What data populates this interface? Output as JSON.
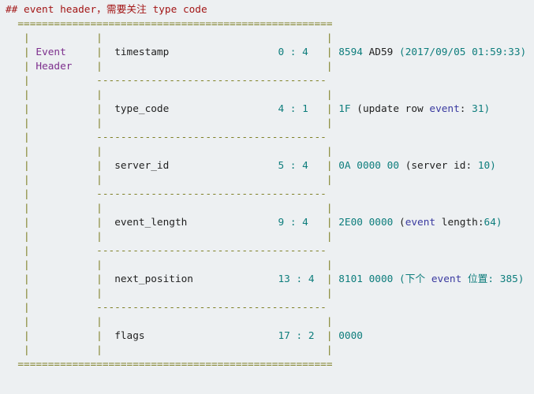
{
  "palette": {
    "bg": "#edf0f2",
    "red": "#a31616",
    "line": "#7f8026",
    "purple": "#7d2f8d",
    "text": "#1f1f1f",
    "number": "#0d7d7c",
    "keyword": "#3a3aa0"
  },
  "title_line": "## event header，需要关注 type code",
  "group_label": "Event Header",
  "fields_summary": [
    {
      "name": "timestamp",
      "bytes": "0 : 4",
      "value": "8594 AD59 (2017/09/05 01:59:33)"
    },
    {
      "name": "type_code",
      "bytes": "4 : 1",
      "value": "1F (update row event: 31)"
    },
    {
      "name": "server_id",
      "bytes": "5 : 4",
      "value": "0A 0000 00 (server id: 10)"
    },
    {
      "name": "event_length",
      "bytes": "9 : 4",
      "value": "2E00 0000 (event length:64)"
    },
    {
      "name": "next_position",
      "bytes": "13 : 4",
      "value": "8101 0000 (下个 event 位置: 385)"
    },
    {
      "name": "flags",
      "bytes": "17 : 2",
      "value": "0000"
    }
  ],
  "ascii": {
    "border": "  ====================================================",
    "spacer": "   |           |                                     |",
    "dash": "   |           --------------------------------------",
    "header_spacer": [
      {
        "t": "   | ",
        "c": "line"
      },
      {
        "t": "Header    ",
        "c": "purple"
      },
      {
        "t": "|",
        "c": "line"
      },
      {
        "t": "                                     ",
        "c": "text"
      },
      {
        "t": "|",
        "c": "line"
      }
    ]
  },
  "fields": [
    {
      "name": "timestamp",
      "bytes": "0 : 4",
      "segments": [
        {
          "t": "   | ",
          "c": "line"
        },
        {
          "t": "Event     ",
          "c": "purple"
        },
        {
          "t": "|  ",
          "c": "line"
        },
        {
          "t": "timestamp",
          "c": "text"
        },
        {
          "t": "                  ",
          "c": "text"
        },
        {
          "t": "0 : 4",
          "c": "number"
        },
        {
          "t": "   ",
          "c": "text"
        },
        {
          "t": "| ",
          "c": "line"
        },
        {
          "t": "8594 ",
          "c": "number"
        },
        {
          "t": "AD59 ",
          "c": "text"
        },
        {
          "t": "(2017/09/05 01:59:33)",
          "c": "number"
        }
      ]
    },
    {
      "name": "type_code",
      "bytes": "4 : 1",
      "segments": [
        {
          "t": "   | ",
          "c": "line"
        },
        {
          "t": "          ",
          "c": "purple"
        },
        {
          "t": "|  ",
          "c": "line"
        },
        {
          "t": "type_code",
          "c": "text"
        },
        {
          "t": "                  ",
          "c": "text"
        },
        {
          "t": "4 : 1",
          "c": "number"
        },
        {
          "t": "   ",
          "c": "text"
        },
        {
          "t": "| ",
          "c": "line"
        },
        {
          "t": "1F ",
          "c": "number"
        },
        {
          "t": "(update row ",
          "c": "text"
        },
        {
          "t": "event",
          "c": "keyword"
        },
        {
          "t": ": ",
          "c": "text"
        },
        {
          "t": "31)",
          "c": "number"
        }
      ]
    },
    {
      "name": "server_id",
      "bytes": "5 : 4",
      "segments": [
        {
          "t": "   | ",
          "c": "line"
        },
        {
          "t": "          ",
          "c": "purple"
        },
        {
          "t": "|  ",
          "c": "line"
        },
        {
          "t": "server_id",
          "c": "text"
        },
        {
          "t": "                  ",
          "c": "text"
        },
        {
          "t": "5 : 4",
          "c": "number"
        },
        {
          "t": "   ",
          "c": "text"
        },
        {
          "t": "| ",
          "c": "line"
        },
        {
          "t": "0A 0000 00 ",
          "c": "number"
        },
        {
          "t": "(server id: ",
          "c": "text"
        },
        {
          "t": "10)",
          "c": "number"
        }
      ]
    },
    {
      "name": "event_length",
      "bytes": "9 : 4",
      "segments": [
        {
          "t": "   | ",
          "c": "line"
        },
        {
          "t": "          ",
          "c": "purple"
        },
        {
          "t": "|  ",
          "c": "line"
        },
        {
          "t": "event_length",
          "c": "text"
        },
        {
          "t": "               ",
          "c": "text"
        },
        {
          "t": "9 : 4",
          "c": "number"
        },
        {
          "t": "   ",
          "c": "text"
        },
        {
          "t": "| ",
          "c": "line"
        },
        {
          "t": "2E00 0000 ",
          "c": "number"
        },
        {
          "t": "(",
          "c": "text"
        },
        {
          "t": "event",
          "c": "keyword"
        },
        {
          "t": " length:",
          "c": "text"
        },
        {
          "t": "64)",
          "c": "number"
        }
      ]
    },
    {
      "name": "next_position",
      "bytes": "13 : 4",
      "segments": [
        {
          "t": "   | ",
          "c": "line"
        },
        {
          "t": "          ",
          "c": "purple"
        },
        {
          "t": "|  ",
          "c": "line"
        },
        {
          "t": "next_position",
          "c": "text"
        },
        {
          "t": "              ",
          "c": "text"
        },
        {
          "t": "13 : 4",
          "c": "number"
        },
        {
          "t": "  ",
          "c": "text"
        },
        {
          "t": "| ",
          "c": "line"
        },
        {
          "t": "8101 0000 (下个 ",
          "c": "number"
        },
        {
          "t": "event",
          "c": "keyword"
        },
        {
          "t": " 位置: 385)",
          "c": "number"
        }
      ]
    },
    {
      "name": "flags",
      "bytes": "17 : 2",
      "segments": [
        {
          "t": "   | ",
          "c": "line"
        },
        {
          "t": "          ",
          "c": "purple"
        },
        {
          "t": "|  ",
          "c": "line"
        },
        {
          "t": "flags",
          "c": "text"
        },
        {
          "t": "                      ",
          "c": "text"
        },
        {
          "t": "17 : 2",
          "c": "number"
        },
        {
          "t": "  ",
          "c": "text"
        },
        {
          "t": "| ",
          "c": "line"
        },
        {
          "t": "0000",
          "c": "number"
        }
      ]
    }
  ],
  "rows": [
    "border",
    "spacer",
    "f1",
    "hdr",
    "dash",
    "spacer",
    "f2",
    "spacer",
    "dash",
    "spacer",
    "f3",
    "spacer",
    "dash",
    "spacer",
    "f4",
    "spacer",
    "dash",
    "spacer",
    "f5",
    "spacer",
    "dash",
    "spacer",
    "f6",
    "spacer",
    "border"
  ]
}
